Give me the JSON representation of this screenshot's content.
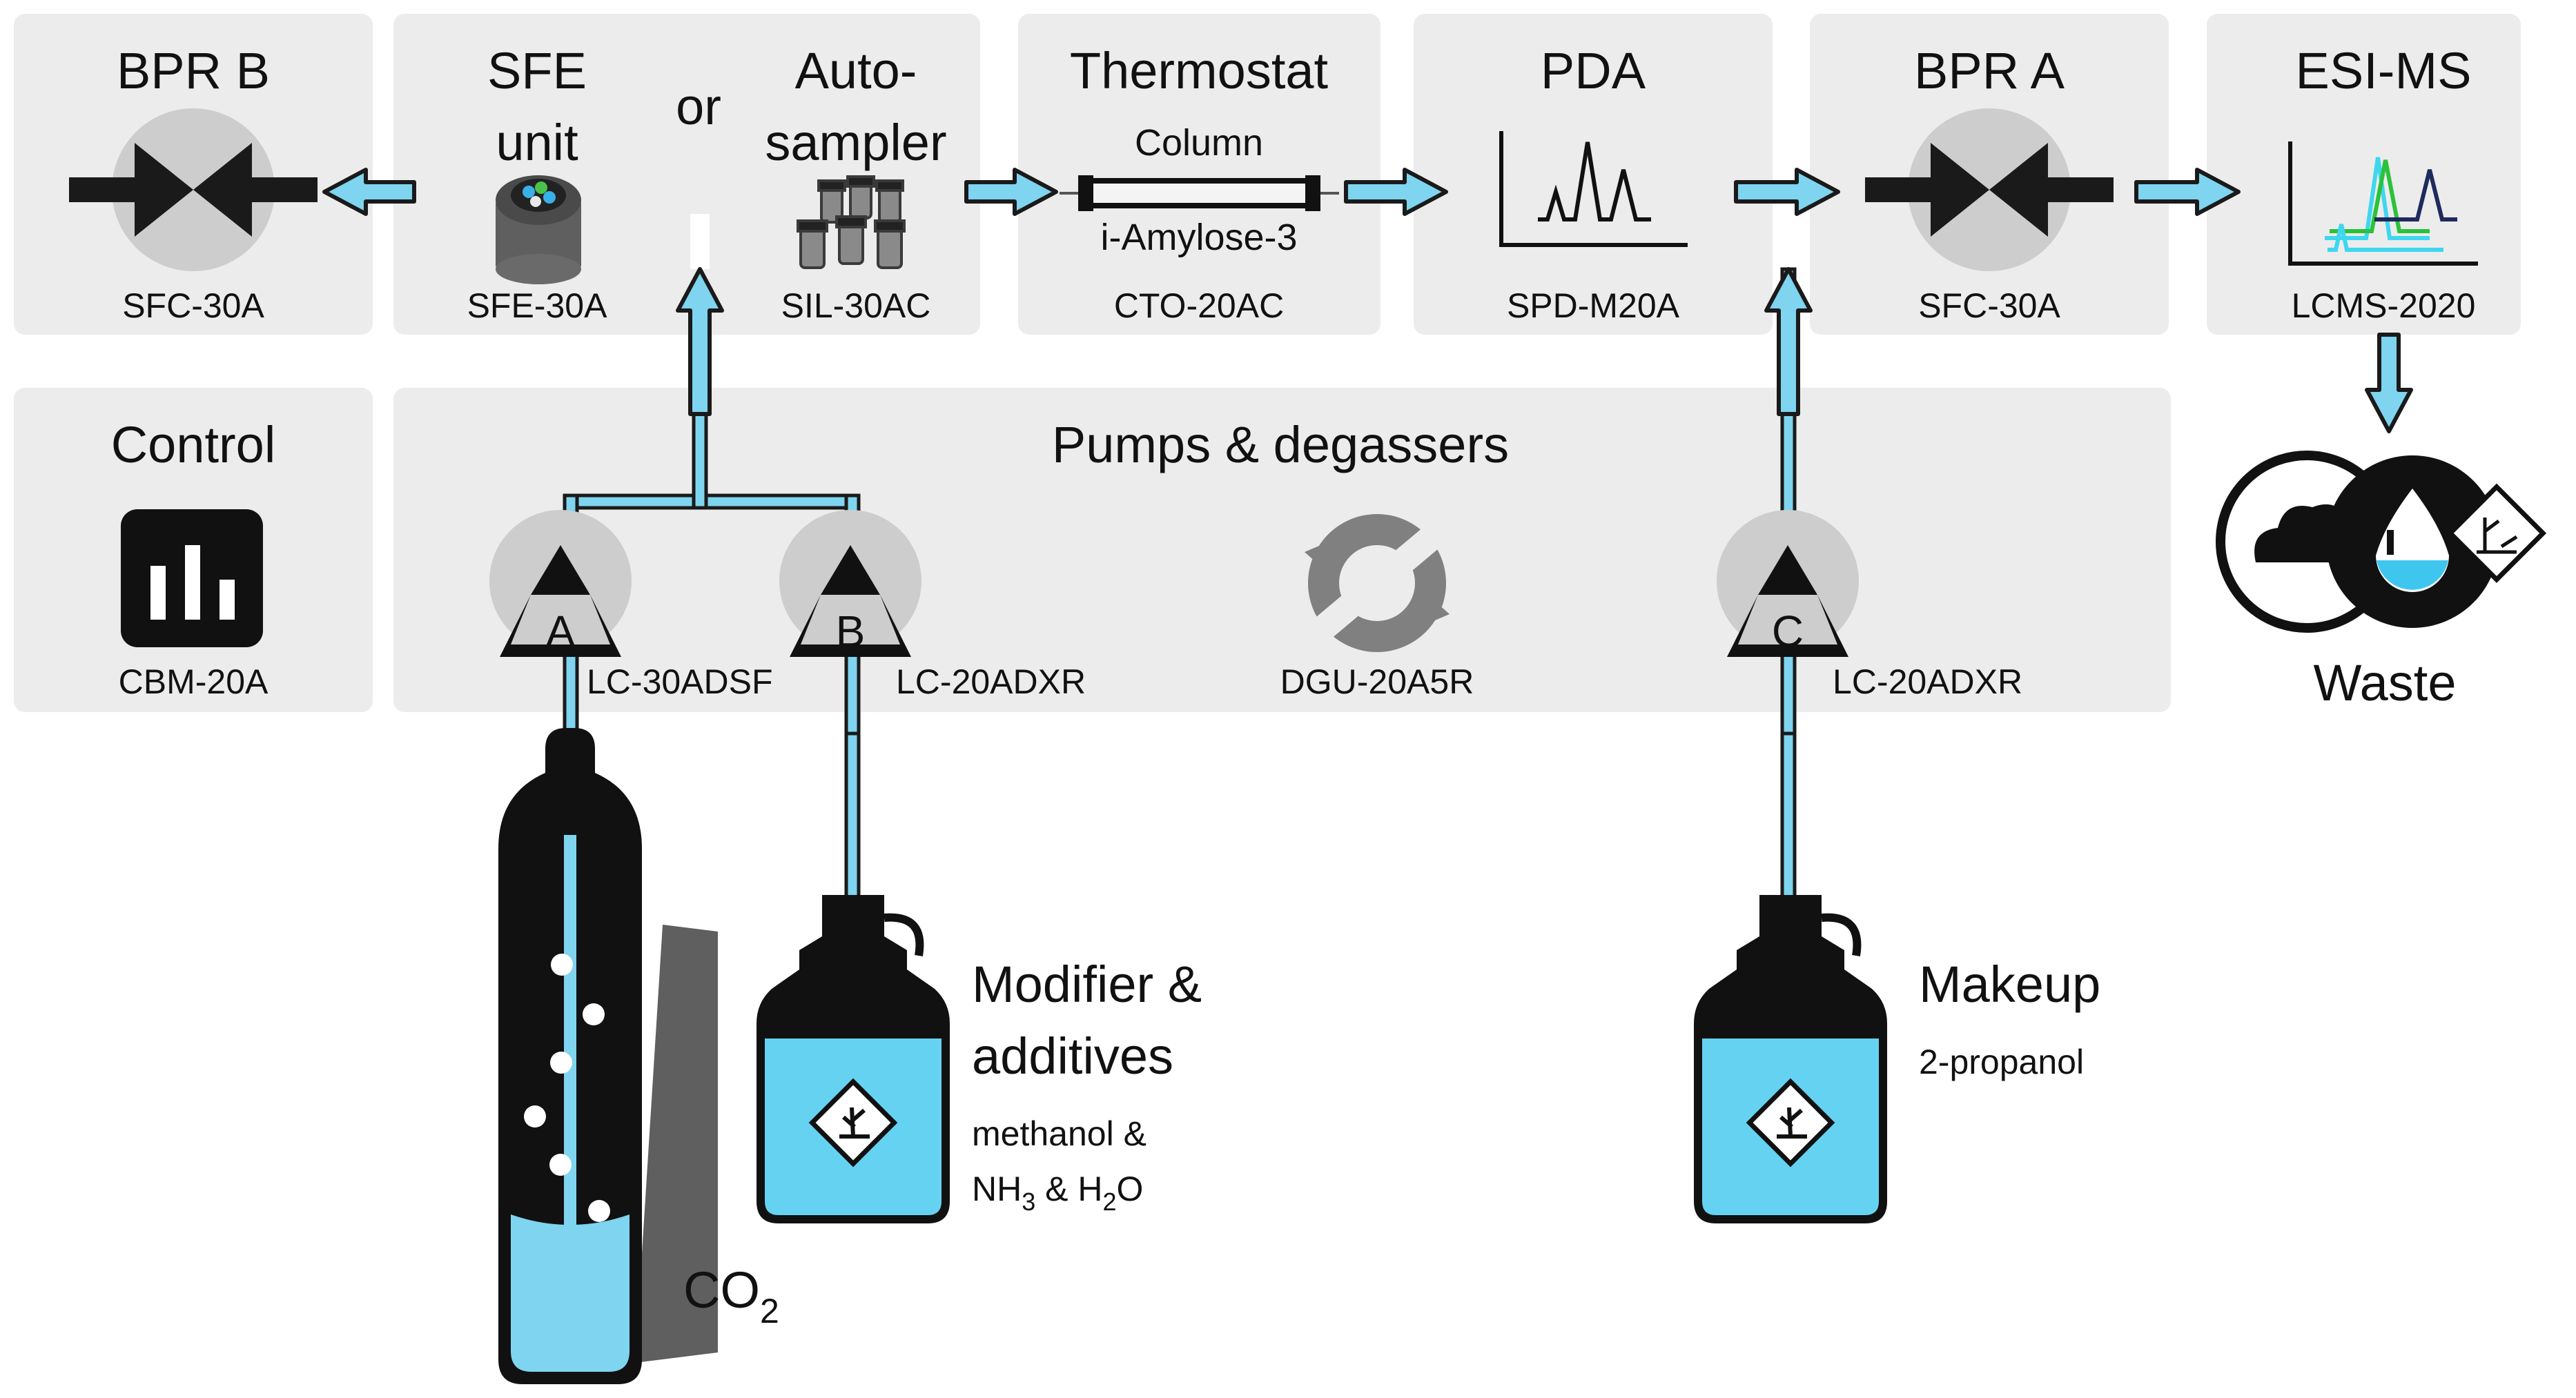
{
  "modules": {
    "bpr_b": {
      "title": "BPR B",
      "model": "SFC-30A"
    },
    "sfe": {
      "title_line1": "SFE",
      "title_line2": "unit",
      "model": "SFE-30A"
    },
    "or_label": "or",
    "autosampler": {
      "title_line1": "Auto-",
      "title_line2": "sampler",
      "model": "SIL-30AC"
    },
    "thermostat": {
      "title": "Thermostat",
      "column_top": "Column",
      "column_bottom": "i-Amylose-3",
      "model": "CTO-20AC"
    },
    "pda": {
      "title": "PDA",
      "model": "SPD-M20A"
    },
    "bpr_a": {
      "title": "BPR A",
      "model": "SFC-30A"
    },
    "esi_ms": {
      "title": "ESI-MS",
      "model": "LCMS-2020"
    },
    "control": {
      "title": "Control",
      "model": "CBM-20A"
    },
    "pumps": {
      "title": "Pumps & degassers"
    }
  },
  "pumps": [
    {
      "letter": "A",
      "model": "LC-30ADSF"
    },
    {
      "letter": "B",
      "model": "LC-20ADXR"
    },
    {
      "letter": "C",
      "model": "LC-20ADXR"
    }
  ],
  "degasser": {
    "model": "DGU-20A5R"
  },
  "waste": {
    "label": "Waste"
  },
  "co2": {
    "label": "CO",
    "sub": "2"
  },
  "modifier": {
    "title_line1": "Modifier &",
    "title_line2": "additives",
    "detail_line1": "methanol &",
    "detail_line2": {
      "p1": "NH",
      "s1": "3",
      "p2": " & H",
      "s2": "2",
      "p3": "O"
    }
  },
  "makeup": {
    "title": "Makeup",
    "detail": "2-propanol"
  },
  "colors": {
    "panel": "#ececec",
    "flow": "#7fd4ef",
    "solvent": "#66d2f2",
    "dark": "#1a1a1a",
    "ms_green": "#2bc23b",
    "ms_navy": "#1f2a5c"
  },
  "icons": [
    "valve-icon",
    "sfe-vessel-icon",
    "vials-icon",
    "column-icon",
    "chromatogram-icon",
    "ms-spectrum-icon",
    "bar-chart-icon",
    "pump-icon",
    "degasser-icon",
    "cloud-icon",
    "water-drop-icon",
    "hazard-icon",
    "gas-cylinder-icon",
    "solvent-bottle-icon"
  ]
}
